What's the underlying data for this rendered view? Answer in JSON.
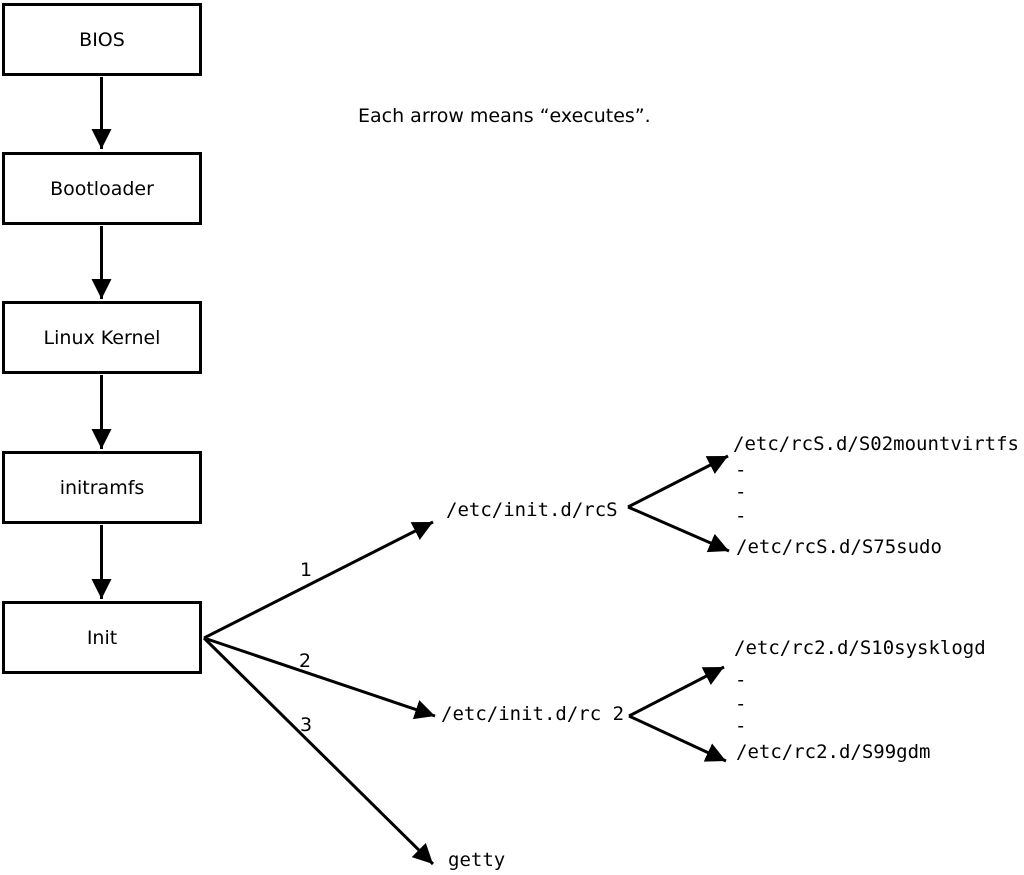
{
  "diagram": {
    "note": "Each arrow means “executes”.",
    "chain": [
      {
        "label": "BIOS"
      },
      {
        "label": "Bootloader"
      },
      {
        "label": "Linux Kernel"
      },
      {
        "label": "initramfs"
      },
      {
        "label": "Init"
      }
    ],
    "branches": [
      {
        "order": "1",
        "target": "/etc/init.d/rcS",
        "first_script": "/etc/rcS.d/S02mountvirtfs",
        "dashes": [
          "-",
          "-",
          "-"
        ],
        "last_script": "/etc/rcS.d/S75sudo"
      },
      {
        "order": "2",
        "target": "/etc/init.d/rc 2",
        "first_script": "/etc/rc2.d/S10sysklogd",
        "dashes": [
          "-",
          "-",
          "-"
        ],
        "last_script": "/etc/rc2.d/S99gdm"
      },
      {
        "order": "3",
        "target": "getty"
      }
    ],
    "colors": {
      "line": "#000000",
      "box_border": "#000000",
      "background": "#ffffff",
      "text": "#000000"
    }
  }
}
